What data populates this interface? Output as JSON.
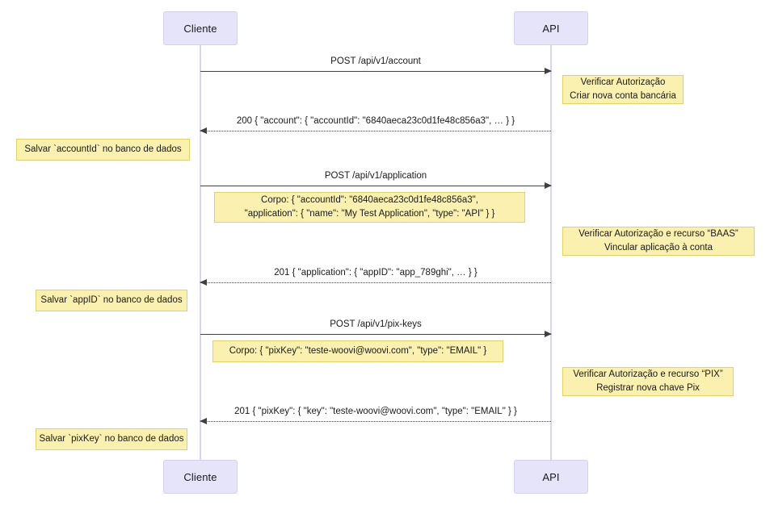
{
  "diagram": {
    "type": "sequence-diagram",
    "title": "",
    "colors": {
      "actor_fill": "#E6E4F8",
      "actor_border": "#D4D0F0",
      "note_fill": "#FAF0B0",
      "note_border": "#E0D169",
      "line": "#404040",
      "lifeline": "#D9D5F2",
      "background": "#FFFFFF"
    },
    "participants": [
      {
        "id": "cliente",
        "label": "Cliente"
      },
      {
        "id": "api",
        "label": "API"
      }
    ],
    "participants_bottom": [
      {
        "id": "cliente",
        "label": "Cliente"
      },
      {
        "id": "api",
        "label": "API"
      }
    ],
    "messages": [
      {
        "id": "msg-post-account",
        "label": "POST /api/v1/account",
        "from": "cliente",
        "to": "api",
        "style": "solid"
      },
      {
        "id": "msg-200-account",
        "label": "200 { \"account\": { \"accountId\": \"6840aeca23c0d1fe48c856a3\", … } }",
        "from": "api",
        "to": "cliente",
        "style": "dashed"
      },
      {
        "id": "msg-post-application",
        "label": "POST /api/v1/application",
        "from": "cliente",
        "to": "api",
        "style": "solid"
      },
      {
        "id": "msg-201-application",
        "label": "201 { \"application\": { \"appID\": \"app_789ghi\", … } }",
        "from": "api",
        "to": "cliente",
        "style": "dashed"
      },
      {
        "id": "msg-post-pix-keys",
        "label": "POST /api/v1/pix-keys",
        "from": "cliente",
        "to": "api",
        "style": "solid"
      },
      {
        "id": "msg-201-pix-key",
        "label": "201 { \"pixKey\": { \"key\": \"teste-woovi@woovi.com\", \"type\": \"EMAIL\" } }",
        "from": "api",
        "to": "cliente",
        "style": "dashed"
      }
    ],
    "notes": [
      {
        "id": "note-verificar-autorizacao-conta",
        "side": "right-of-api",
        "lines": [
          "Verificar Autorização",
          "Criar nova conta bancária"
        ]
      },
      {
        "id": "note-salvar-accountid",
        "side": "left-of-cliente",
        "lines": [
          "Salvar `accountId` no banco de dados"
        ]
      },
      {
        "id": "note-corpo-application",
        "side": "over-cliente-api",
        "lines": [
          "Corpo: { \"accountId\": \"6840aeca23c0d1fe48c856a3\",",
          "\"application\": { \"name\": \"My Test Application\", \"type\": \"API\" } }"
        ]
      },
      {
        "id": "note-verificar-baas",
        "side": "right-of-api",
        "lines": [
          "Verificar Autorização e recurso “BAAS”",
          "Vincular aplicação à conta"
        ]
      },
      {
        "id": "note-salvar-appid",
        "side": "left-of-cliente",
        "lines": [
          "Salvar `appID` no banco de dados"
        ]
      },
      {
        "id": "note-corpo-pixkey",
        "side": "over-cliente-api",
        "lines": [
          "Corpo: { \"pixKey\": \"teste-woovi@woovi.com\", \"type\": \"EMAIL\" }"
        ]
      },
      {
        "id": "note-verificar-pix",
        "side": "right-of-api",
        "lines": [
          "Verificar Autorização e recurso “PIX”",
          "Registrar nova chave Pix"
        ]
      },
      {
        "id": "note-salvar-pixkey",
        "side": "left-of-cliente",
        "lines": [
          "Salvar `pixKey` no banco de dados"
        ]
      }
    ]
  }
}
